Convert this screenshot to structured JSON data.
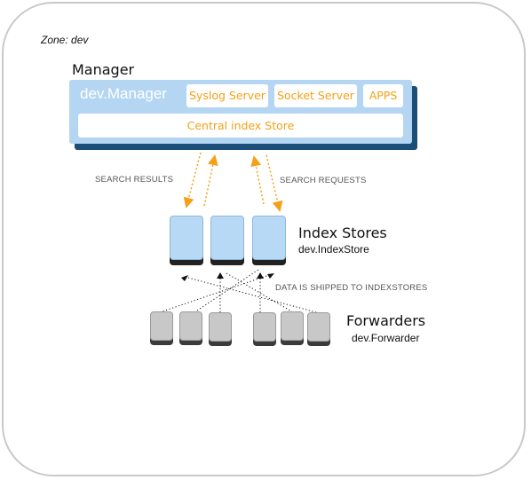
{
  "zone": {
    "label": "Zone: dev"
  },
  "manager": {
    "heading": "Manager",
    "title": "dev.Manager",
    "services": [
      "Syslog Server",
      "Socket Server",
      "APPS"
    ],
    "central_store": "Central index Store"
  },
  "flows": {
    "search_results": "SEARCH RESULTS",
    "search_requests": "SEARCH REQUESTS",
    "data_shipped": "DATA IS SHIPPED TO INDEXSTORES"
  },
  "index_stores": {
    "heading": "Index Stores",
    "name": "dev.IndexStore",
    "count": 3
  },
  "forwarders": {
    "heading": "Forwarders",
    "name": "dev.Forwarder",
    "count": 6
  },
  "colors": {
    "accent": "#f5a016",
    "manager_fill": "#b4d6f2",
    "manager_shadow": "#1b4f7a"
  }
}
